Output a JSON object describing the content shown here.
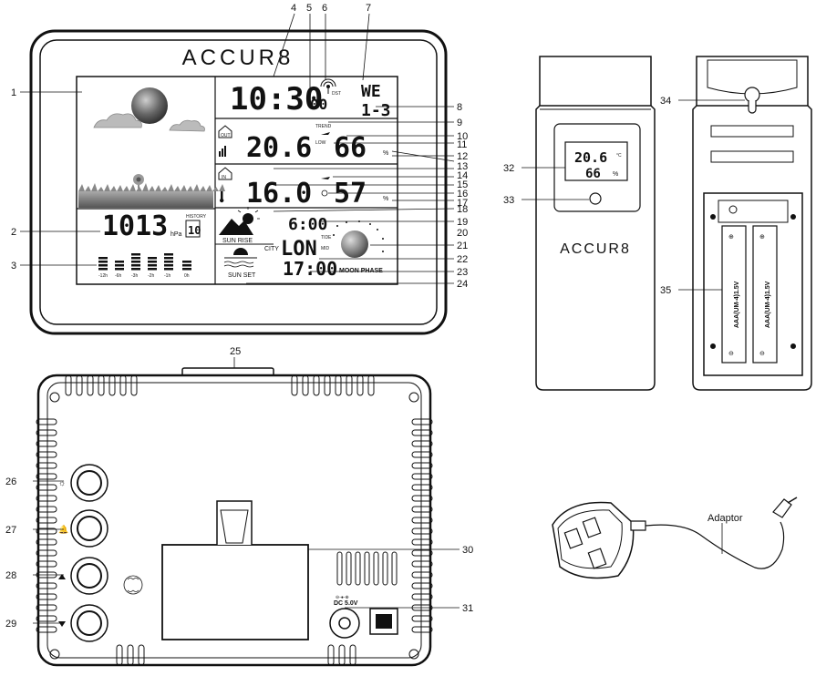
{
  "brand": "ACCUR8",
  "callouts": [
    "1",
    "2",
    "3",
    "4",
    "5",
    "6",
    "7",
    "8",
    "9",
    "10",
    "11",
    "12",
    "13",
    "14",
    "15",
    "16",
    "17",
    "18",
    "19",
    "20",
    "21",
    "22",
    "23",
    "24",
    "25",
    "26",
    "27",
    "28",
    "29",
    "30",
    "31",
    "32",
    "33",
    "34",
    "35"
  ],
  "display": {
    "time": "10:30",
    "seconds": "00",
    "weekday": "WE",
    "date": "1-3",
    "indoor_temp": "20.6",
    "indoor_humidity": "66",
    "outdoor_temp": "16.0",
    "outdoor_humidity": "57",
    "pressure": "1013",
    "pressure_unit": "hPa",
    "history_label": "HISTORY",
    "history_value": "10",
    "trend_label": "TREND",
    "dst_label": "DST",
    "out_label": "OUT",
    "in_label": "IN",
    "low_label": "LOW",
    "sunrise_time": "6:00",
    "sunrise_label": "SUN RISE",
    "sunset_time": "17:00",
    "sunset_label": "SUN SET",
    "city_label": "CITY",
    "city_code": "LON",
    "tide_label": "TIDE",
    "tide_value": "MID",
    "moon_phase_label": "MOON PHASE",
    "history_axis": [
      "-12h",
      "-6h",
      "-3h",
      "-2h",
      "-1h",
      "0h"
    ]
  },
  "back_panel": {
    "dc_label": "DC 5.0V"
  },
  "sensor": {
    "brand": "ACCUR8",
    "temp": "20.6",
    "humidity": "66",
    "battery_label": "AAA(UM-4)1.5V"
  },
  "adaptor_label": "Adaptor"
}
